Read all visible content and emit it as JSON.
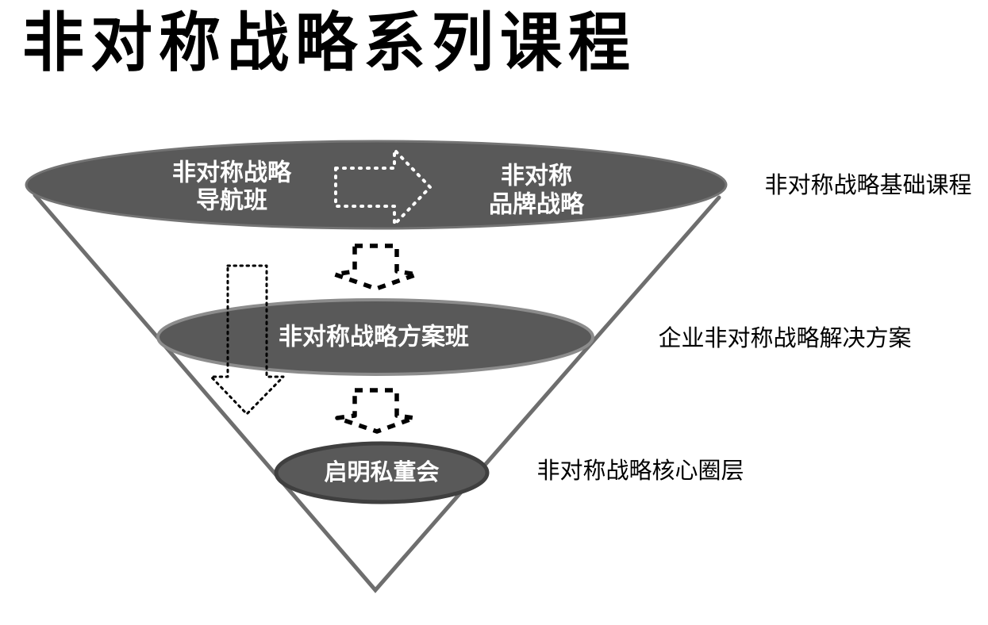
{
  "title": "非对称战略系列课程",
  "funnel": {
    "levels": [
      {
        "name": "foundation-courses",
        "left_item": {
          "line1": "非对称战略",
          "line2": "导航班"
        },
        "right_item": {
          "line1": "非对称",
          "line2": "品牌战略"
        },
        "side_label": "非对称战略基础课程"
      },
      {
        "name": "solution-class",
        "item": "非对称战略方案班",
        "side_label": "企业非对称战略解决方案"
      },
      {
        "name": "core-circle",
        "item": "启明私董会",
        "side_label": "非对称战略核心圈层"
      }
    ]
  },
  "colors": {
    "ellipse_fill": "#595959",
    "ellipse_border_light": "#8c8c8c",
    "ellipse_border_mid": "#747474",
    "ellipse_border_dark": "#3f3f3f",
    "funnel_line": "#6e6e6e",
    "text_light": "#ffffff",
    "text_dark": "#000000",
    "arrow_dotted_white": "#ffffff",
    "arrow_dashed_black": "#000000"
  }
}
